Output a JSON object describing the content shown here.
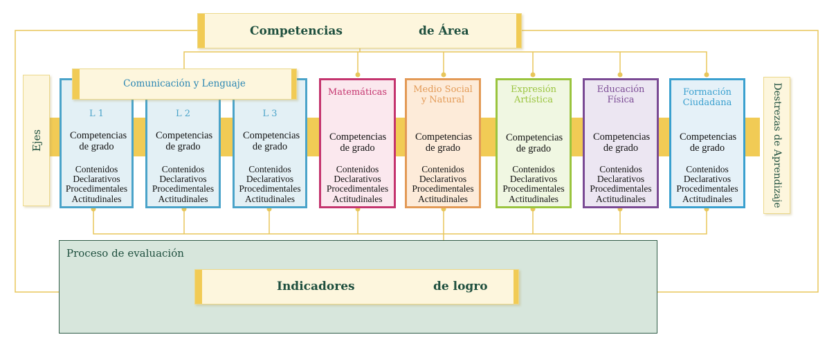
{
  "header": {
    "word_left": "Competencias",
    "word_right": "de Área"
  },
  "ejes_label": "Ejes",
  "destrezas_label": "Destrezas de Aprendizaje",
  "comunicacion_label": "Comunicación y Lenguaje",
  "cards": [
    {
      "title": "L 1",
      "competencias": "Competencias de grado",
      "contenidos": [
        "Contenidos",
        "Declarativos",
        "Procedimentales",
        "Actitudinales"
      ],
      "color": "#4aa3c9"
    },
    {
      "title": "L 2",
      "competencias": "Competencias de grado",
      "contenidos": [
        "Contenidos",
        "Declarativos",
        "Procedimentales",
        "Actitudinales"
      ],
      "color": "#4aa3c9"
    },
    {
      "title": "L 3",
      "competencias": "Competencias de grado",
      "contenidos": [
        "Contenidos",
        "Declarativos",
        "Procedimentales",
        "Actitudinales"
      ],
      "color": "#4aa3c9"
    },
    {
      "title": "Matemáticas",
      "competencias": "Competencias de grado",
      "contenidos": [
        "Contenidos",
        "Declarativos",
        "Procedimentales",
        "Actitudinales"
      ],
      "color": "#c4346e"
    },
    {
      "title": "Medio Social y Natural",
      "competencias": "Competencias de grado",
      "contenidos": [
        "Contenidos",
        "Declarativos",
        "Procedimentales",
        "Actitudinales"
      ],
      "color": "#e39a56"
    },
    {
      "title": "Expresión Artística",
      "competencias": "Competencias de grado",
      "contenidos": [
        "Contenidos",
        "Declarativos",
        "Procedimentales",
        "Actitudinales"
      ],
      "color": "#9ac43e"
    },
    {
      "title": "Educación Física",
      "competencias": "Competencias de grado",
      "contenidos": [
        "Contenidos",
        "Declarativos",
        "Procedimentales",
        "Actitudinales"
      ],
      "color": "#7a4a94"
    },
    {
      "title": "Formación Ciudadana",
      "competencias": "Competencias de grado",
      "contenidos": [
        "Contenidos",
        "Declarativos",
        "Procedimentales",
        "Actitudinales"
      ],
      "color": "#3aa0cf"
    }
  ],
  "evaluacion": {
    "label": "Proceso de evaluación",
    "indicadores_left": "Indicadores",
    "indicadores_right": "de logro"
  }
}
